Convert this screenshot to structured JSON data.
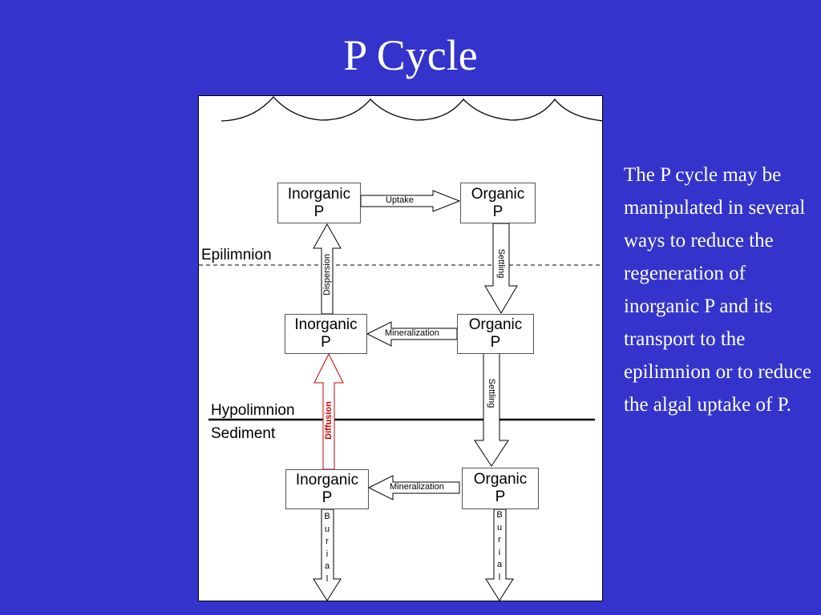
{
  "title": "P Cycle",
  "diagram": {
    "boxes": {
      "epi_inorganic": "Inorganic\nP",
      "epi_organic": "Organic\nP",
      "hypo_inorganic": "Inorganic\nP",
      "hypo_organic": "Organic\nP",
      "sed_inorganic": "Inorganic\nP",
      "sed_organic": "Organic\nP"
    },
    "processes": {
      "uptake": "Uptake",
      "settling_upper": "Settling",
      "dispersion": "Dispersion",
      "mineralization_hypo": "Mineralization",
      "settling_lower": "Settling",
      "diffusion": "Diffusion",
      "mineralization_sed": "Mineralization",
      "burial_left": "B\nu\nr\ni\na\nl",
      "burial_right": "B\nu\nr\ni\na\nl"
    },
    "layers": {
      "epilimnion": "Epilimnion",
      "hypolimnion": "Hypolimnion",
      "sediment": "Sediment"
    },
    "colors": {
      "diffusion": "#CC0000"
    }
  },
  "side_text": "The P cycle may be manipulated in several ways to reduce the regeneration of inorganic P and its transport to the epilimnion or to reduce the algal uptake of P."
}
